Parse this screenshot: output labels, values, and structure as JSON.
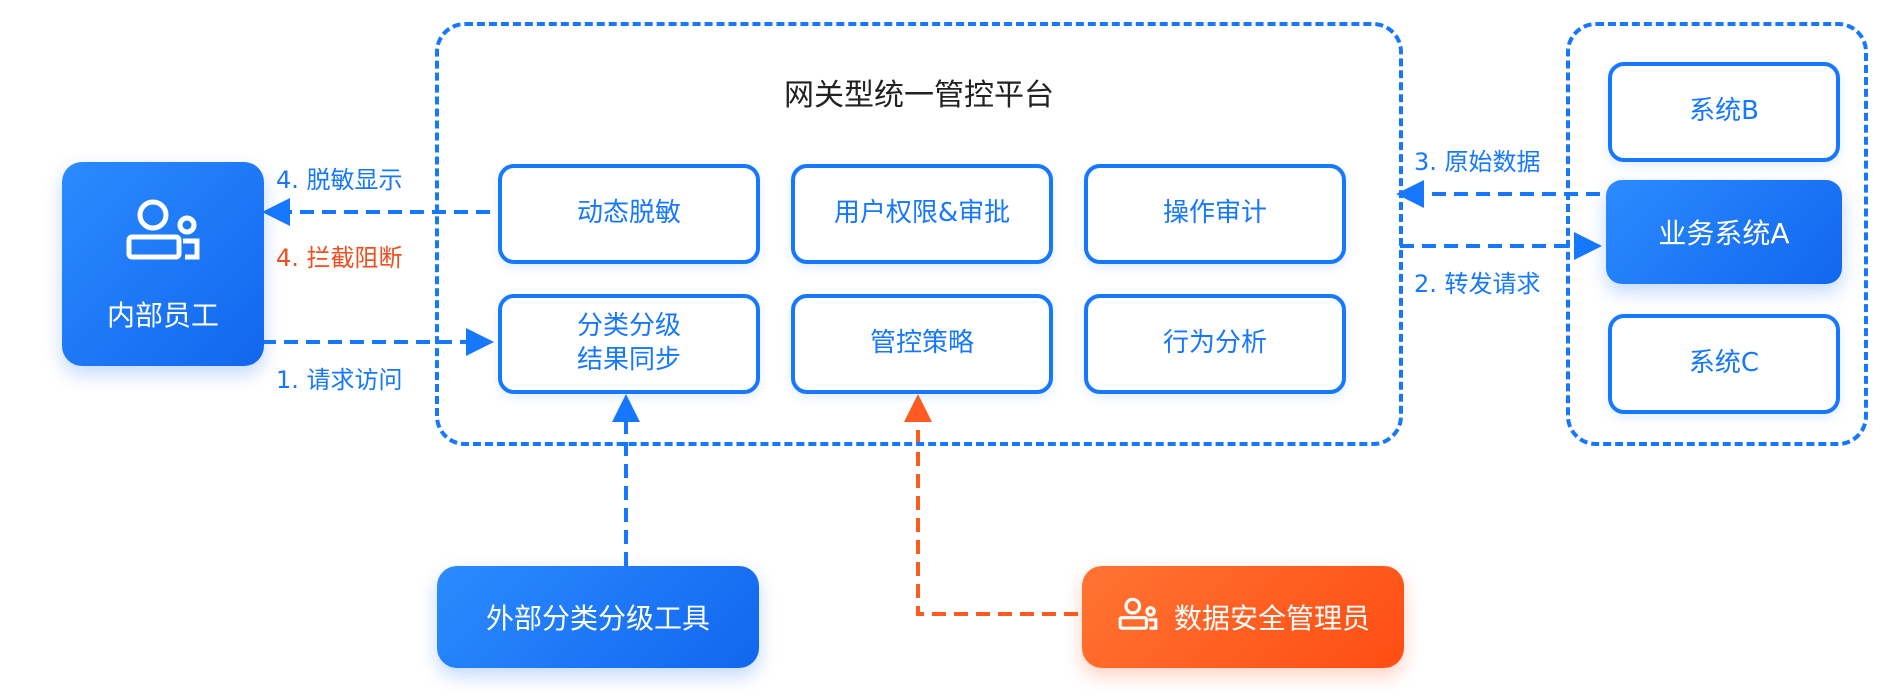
{
  "platform": {
    "title": "网关型统一管控平台"
  },
  "modules": {
    "dynamic_masking": "动态脱敏",
    "user_permission": "用户权限&审批",
    "operation_audit": "操作审计",
    "classification_sync": "分类分级\n结果同步",
    "control_policy": "管控策略",
    "behavior_analysis": "行为分析"
  },
  "internal_staff": {
    "label": "内部员工",
    "icon": "user-group-icon"
  },
  "systems": {
    "system_b": "系统B",
    "business_system_a": "业务系统A",
    "system_c": "系统C"
  },
  "external_tool": {
    "label": "外部分类分级工具"
  },
  "admin": {
    "label": "数据安全管理员",
    "icon": "user-group-icon"
  },
  "flow_labels": {
    "masked_display": "4. 脱敏显示",
    "intercept_block": "4. 拦截阻断",
    "request_access": "1. 请求访问",
    "raw_data": "3. 原始数据",
    "forward_request": "2. 转发请求"
  },
  "colors": {
    "primary_blue": "#1677ff",
    "alert_orange": "#ff5a1f",
    "alert_text_red": "#f04e1e"
  }
}
